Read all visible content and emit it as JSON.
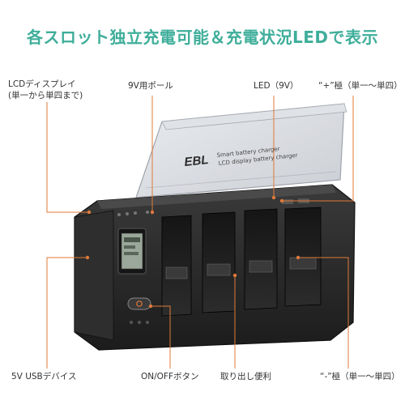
{
  "headline": "各スロット独立充電可能＆充電状況LEDで表示",
  "callouts": {
    "lcd_line1": "LCDディスプレイ",
    "lcd_line2": "(単一から単四まで)",
    "pole_9v": "9V用ポール",
    "led_9v": "LED（9V）",
    "plus_pole": "“+”極（単一〜単四）",
    "usb": "5V USBデバイス",
    "onoff": "ON/OFFボタン",
    "carry": "取り出し便利",
    "minus_pole": "“-”極（単一〜単四）"
  },
  "device": {
    "logo": "EBL",
    "lid_text_line1": "Smart battery charger",
    "lid_text_line2": "LCD display battery charger"
  },
  "colors": {
    "accent_title": "#3fae9a",
    "callout_line": "#e07a3a",
    "device_body": "#2a2a2a"
  }
}
